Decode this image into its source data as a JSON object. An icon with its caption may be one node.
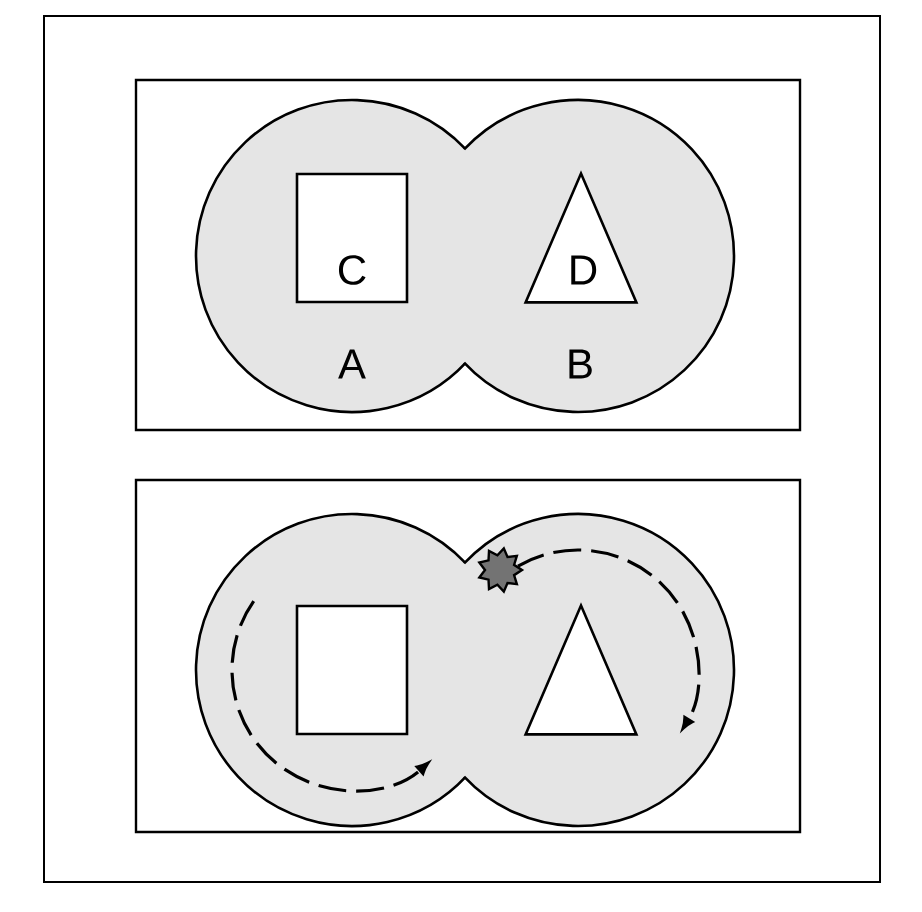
{
  "diagram": {
    "nodes": [
      {
        "text": [
          "A"
        ]
      },
      {
        "text": [
          "C"
        ],
        "in": 0
      },
      {
        "text": [
          "B"
        ]
      },
      {
        "text": [
          "D"
        ],
        "in": 2
      },
      {
        "text": [],
        "shape": "circle"
      },
      {
        "text": [],
        "shape": "box",
        "in": 4
      },
      {
        "text": [],
        "shape": "circle"
      },
      {
        "text": [],
        "shape": "triangle",
        "in": 6
      }
    ]
  }
}
